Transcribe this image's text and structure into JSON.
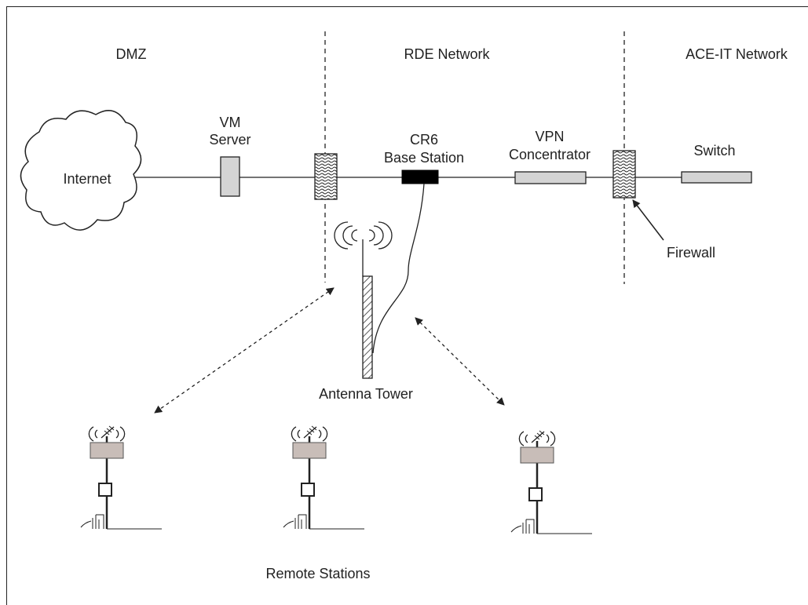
{
  "zones": {
    "dmz": "DMZ",
    "rde": "RDE Network",
    "aceit": "ACE-IT Network"
  },
  "nodes": {
    "internet": "Internet",
    "vm_server_line1": "VM",
    "vm_server_line2": "Server",
    "cr6_line1": "CR6",
    "cr6_line2": "Base Station",
    "vpn_line1": "VPN",
    "vpn_line2": "Concentrator",
    "switch": "Switch",
    "firewall": "Firewall",
    "antenna_tower": "Antenna Tower",
    "remote_stations": "Remote Stations"
  },
  "colors": {
    "line": "#222222",
    "device_fill": "#d4d4d4",
    "remote_box_fill": "#c8bdb8",
    "base_station_fill": "#000000"
  }
}
